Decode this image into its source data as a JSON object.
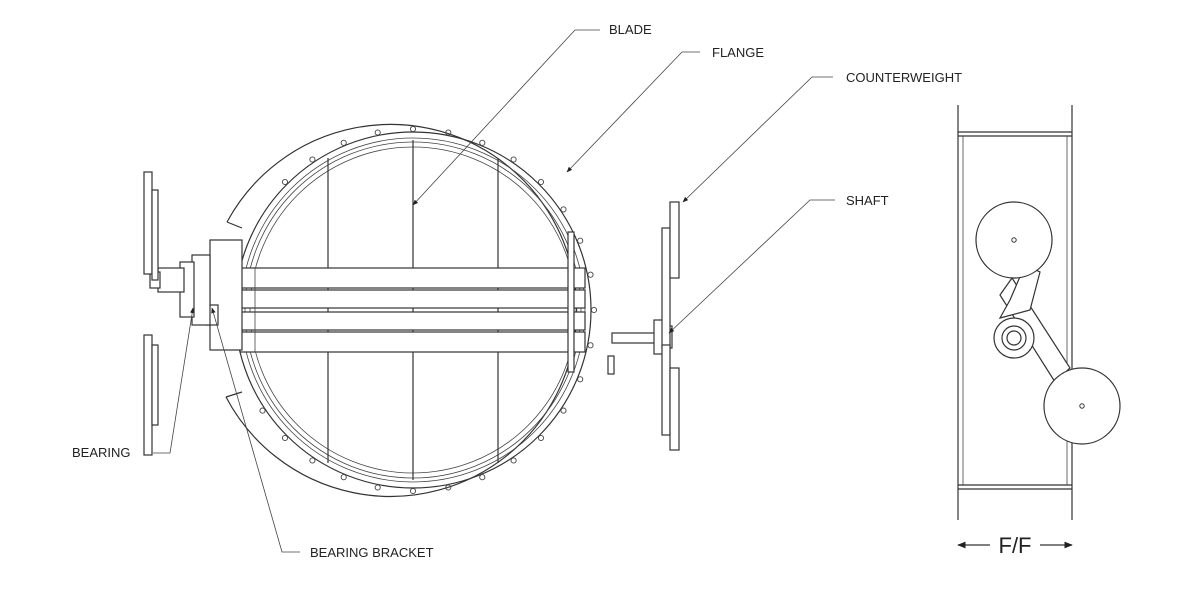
{
  "labels": {
    "blade": "BLADE",
    "flange": "FLANGE",
    "counterweight": "COUNTERWEIGHT",
    "shaft": "SHAFT",
    "bearing": "BEARING",
    "bearing_bracket": "BEARING BRACKET",
    "face_to_face": "F/F"
  },
  "colors": {
    "line": "#333333",
    "background": "#ffffff"
  }
}
